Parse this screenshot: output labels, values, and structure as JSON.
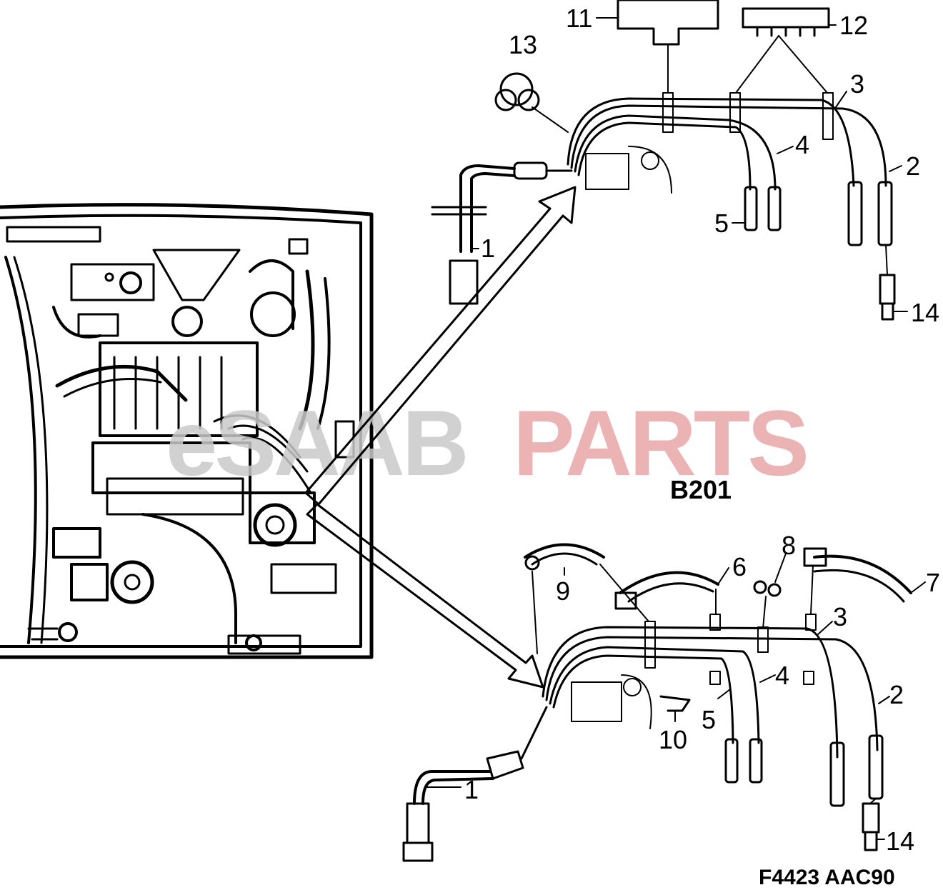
{
  "diagram": {
    "variant_label": "B201",
    "figure_code": "F4423 AAC90",
    "watermark": {
      "prefix": "eSAAB",
      "suffix": "PARTS",
      "color_prefix": "#c9c9c9",
      "color_suffix": "#e8a6a6"
    },
    "callouts_top": [
      "11",
      "12",
      "13",
      "3",
      "4",
      "2",
      "5",
      "1",
      "14"
    ],
    "callouts_bottom": [
      "9",
      "6",
      "8",
      "7",
      "3",
      "4",
      "2",
      "5",
      "10",
      "1",
      "14"
    ]
  }
}
